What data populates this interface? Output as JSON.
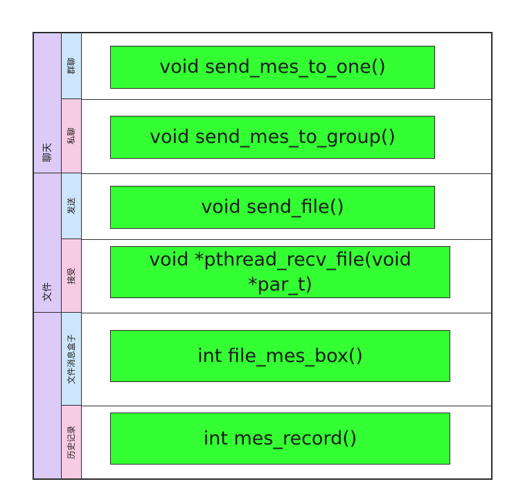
{
  "groups": [
    {
      "label": "聊天",
      "subs": [
        {
          "label": "群聊",
          "func": "void send_mes_to_one()"
        },
        {
          "label": "私聊",
          "func": "void send_mes_to_group()"
        }
      ]
    },
    {
      "label": "文件",
      "subs": [
        {
          "label": "发送",
          "func": "void send_file()"
        },
        {
          "label": "接受",
          "func_line1": "void *pthread_recv_file(void",
          "func_line2": "*par_t)"
        }
      ]
    },
    {
      "label": "",
      "subs": [
        {
          "label": "文件消息盒子",
          "func": "int file_mes_box()"
        },
        {
          "label": "历史记录",
          "func": "int mes_record()"
        }
      ]
    }
  ],
  "colors": {
    "group_bg": "#dccbf7",
    "sub_blue": "#cde6fb",
    "sub_pink": "#f8cbe4",
    "func_box": "#33ff33",
    "border": "#2b2b2b"
  }
}
